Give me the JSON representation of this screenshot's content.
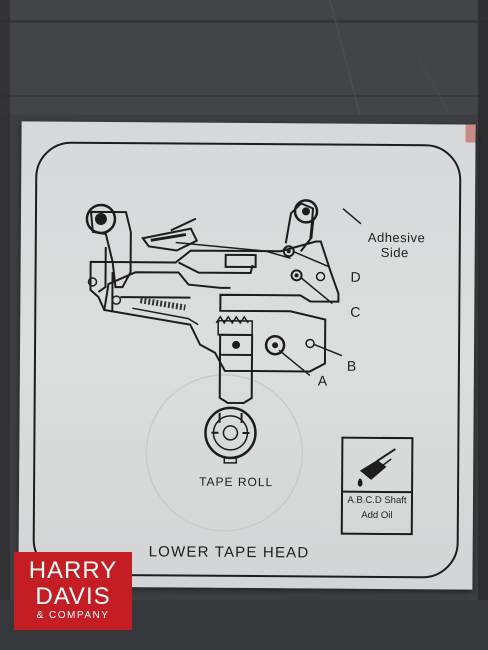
{
  "placard": {
    "adhesive_line1": "Adhesive",
    "adhesive_line2": "Side",
    "label_d": "D",
    "label_c": "C",
    "label_b": "B",
    "label_a": "A",
    "tape_roll": "TAPE ROLL",
    "oil_line1": "A.B.C.D Shaft",
    "oil_line2": "Add Oil",
    "title": "LOWER TAPE HEAD"
  },
  "logo": {
    "line1": "HARRY",
    "line2": "DAVIS",
    "line3": "& COMPANY",
    "color": "#c41e24"
  },
  "colors": {
    "wall": "#3c3d40",
    "placard": "#d8dbdb",
    "ink": "#1d1d1d"
  }
}
